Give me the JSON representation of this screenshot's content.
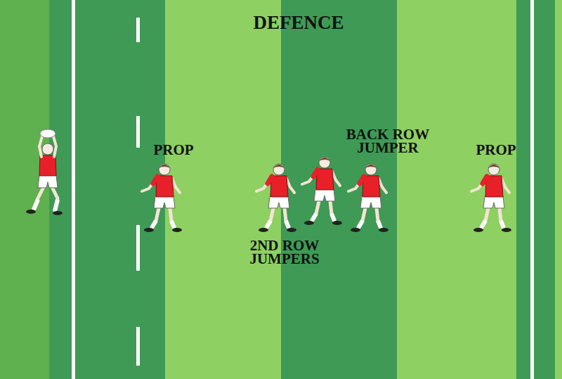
{
  "diagram": {
    "title": "DEFENCE",
    "labels": [
      "PROP",
      "2ND ROW JUMPERS",
      "BACK ROW JUMPER",
      "PROP"
    ]
  }
}
